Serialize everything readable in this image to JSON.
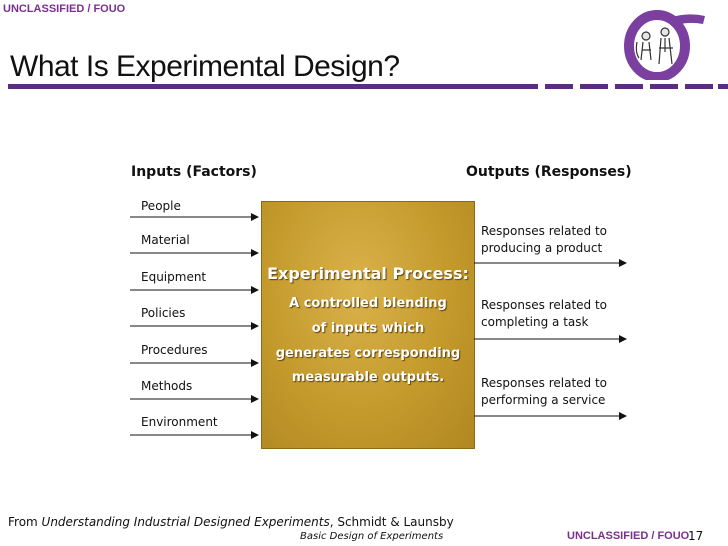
{
  "classification": {
    "top": "UNCLASSIFIED / FOUO",
    "bottom": "UNCLASSIFIED / FOUO"
  },
  "title": "What Is Experimental Design?",
  "colors": {
    "accent": "#5a2d82",
    "classification": "#7a2f8f",
    "process_box": "#c49a2c"
  },
  "logo_icon": "sigma-statistician-logo",
  "inputs": {
    "heading": "Inputs (Factors)",
    "items": [
      "People",
      "Material",
      "Equipment",
      "Policies",
      "Procedures",
      "Methods",
      "Environment"
    ]
  },
  "outputs": {
    "heading": "Outputs (Responses)",
    "items": [
      {
        "line1": "Responses related to",
        "line2": "producing a product"
      },
      {
        "line1": "Responses related to",
        "line2": "completing a task"
      },
      {
        "line1": "Responses related to",
        "line2": "performing a service"
      }
    ]
  },
  "process": {
    "title": "Experimental Process:",
    "lines": [
      "A controlled blending",
      "of inputs which",
      "generates corresponding",
      "measurable outputs."
    ]
  },
  "footer": {
    "from_prefix": "From ",
    "source_title": "Understanding Industrial Designed Experiments",
    "source_authors": ", Schmidt & Launsby",
    "center": "Basic Design of Experiments",
    "page": "17"
  }
}
